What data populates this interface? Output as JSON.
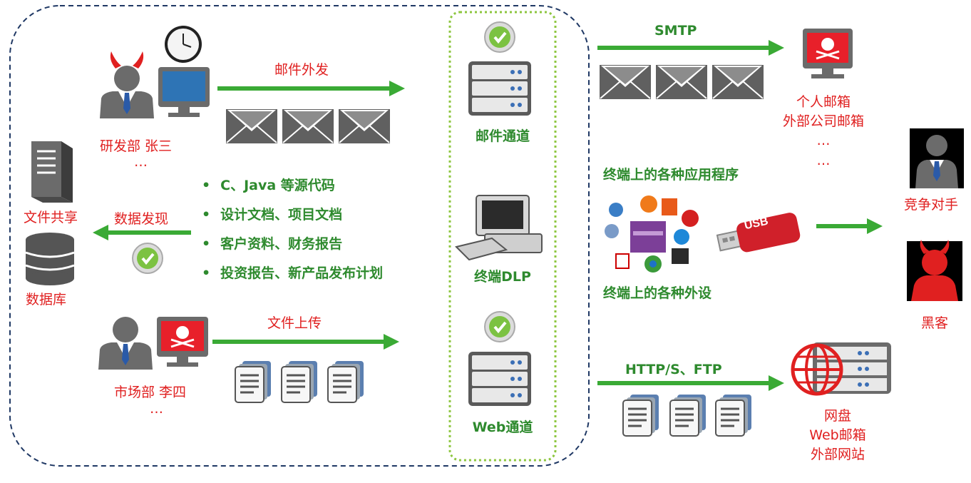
{
  "internal": {
    "rd_user": "研发部 张三",
    "rd_more": "…",
    "mkt_user": "市场部 李四",
    "mkt_more": "…",
    "email_out": "邮件外发",
    "file_upload": "文件上传",
    "data_discovery": "数据发现",
    "file_share": "文件共享",
    "database": "数据库",
    "sensitive_items": [
      "C、Java 等源代码",
      "设计文档、项目文档",
      "客户资料、财务报告",
      "投资报告、新产品发布计划"
    ]
  },
  "channels": {
    "mail": "邮件通道",
    "endpoint": "终端DLP",
    "web": "Web通道"
  },
  "external": {
    "smtp": "SMTP",
    "personal_mail": "个人邮箱",
    "company_mail": "外部公司邮箱",
    "more1": "…",
    "more2": "…",
    "apps": "终端上的各种应用程序",
    "peripherals": "终端上的各种外设",
    "usb": "USB",
    "http": "HTTP/S、FTP",
    "netdisk": "网盘",
    "webmail": "Web邮箱",
    "external_site": "外部网站",
    "competitor": "竞争对手",
    "hacker": "黑客"
  },
  "colors": {
    "arrow": "#3aaa35",
    "label_red": "#e02020",
    "label_green": "#2e8a2e",
    "boundary": "#1f3864",
    "dlp_box": "#8dc63f"
  }
}
